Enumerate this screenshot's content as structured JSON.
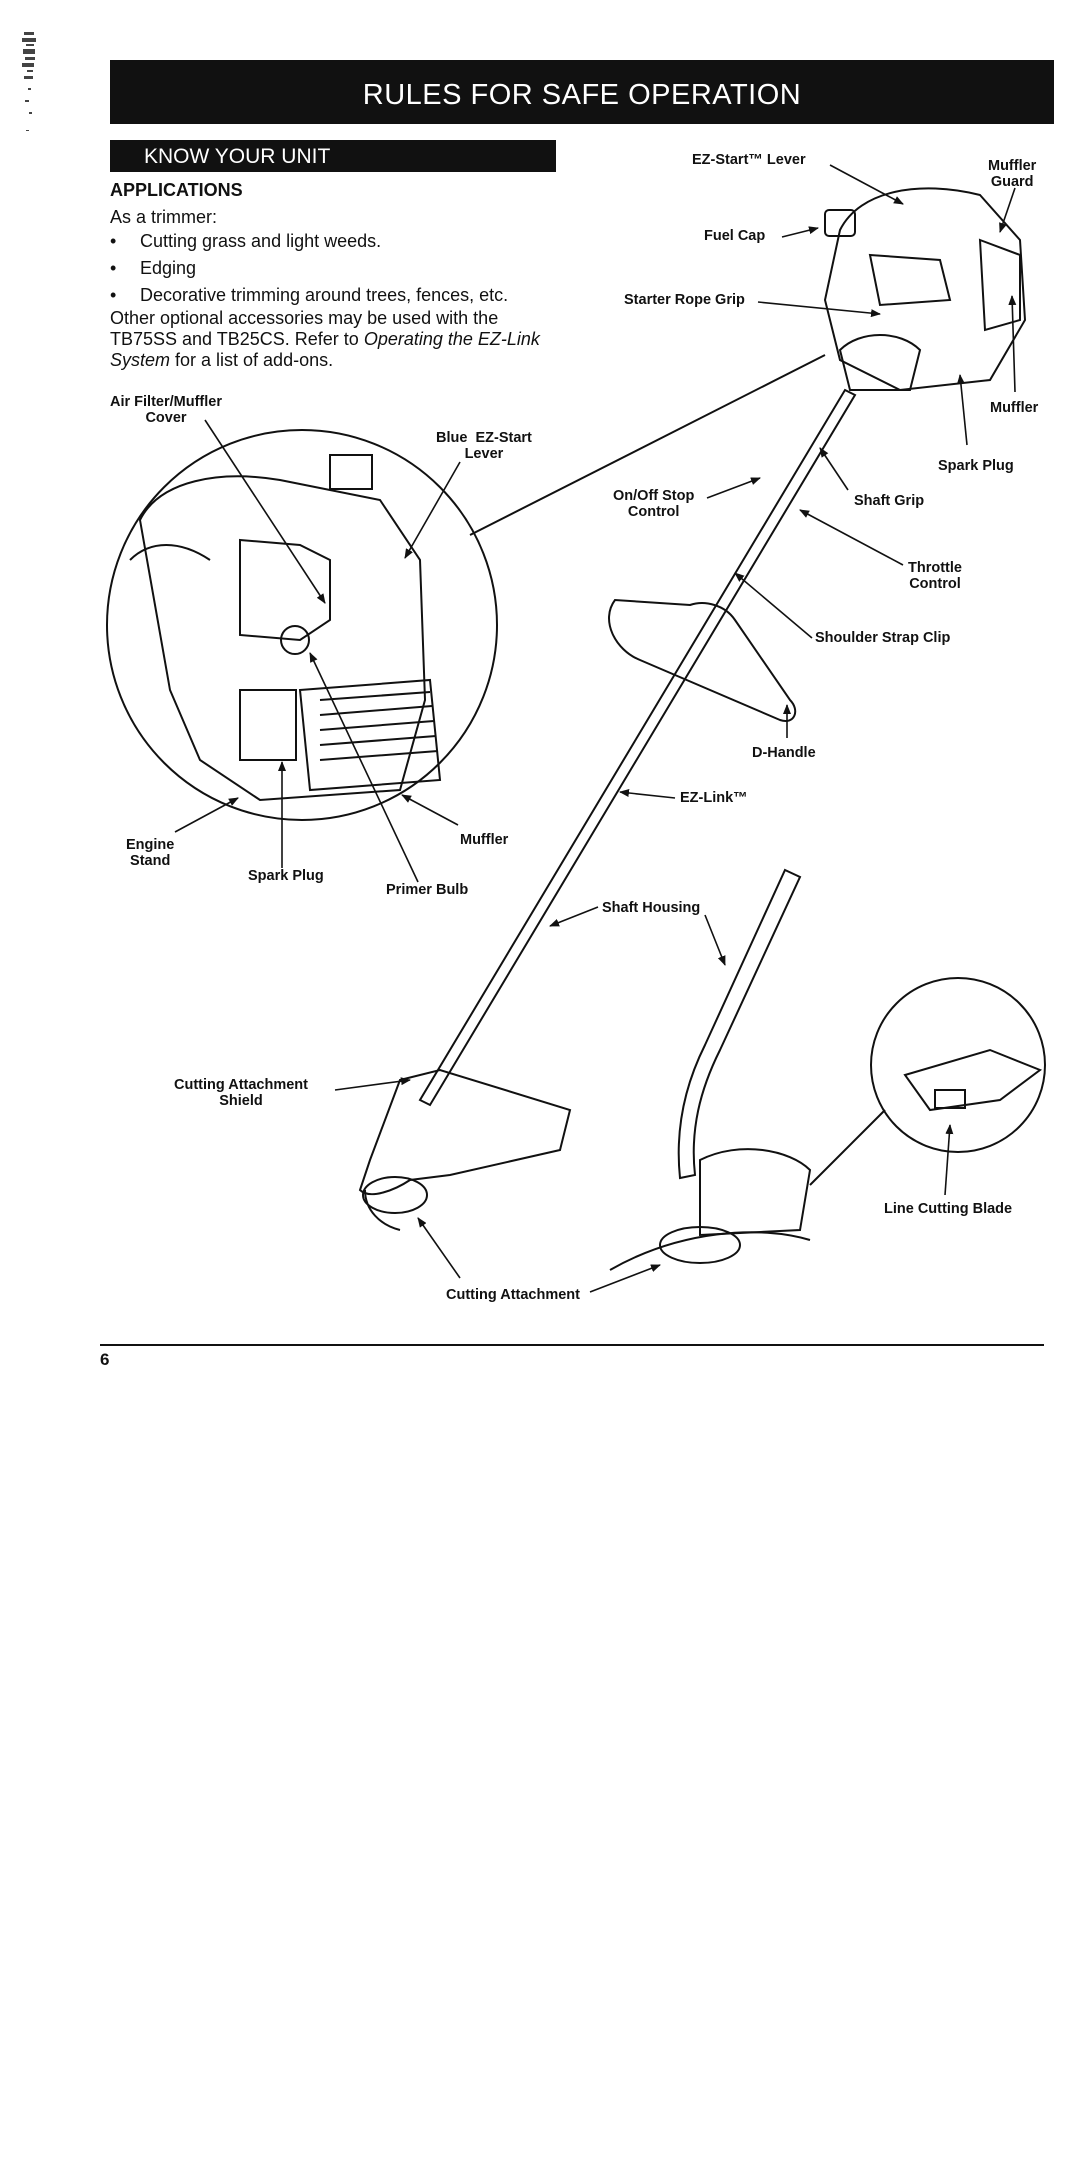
{
  "header": {
    "title": "RULES FOR SAFE OPERATION"
  },
  "section": {
    "title": "KNOW YOUR UNIT"
  },
  "applications": {
    "heading": "APPLICATIONS",
    "intro": "As a trimmer:",
    "bullets": [
      "Cutting grass and light weeds.",
      "Edging",
      "Decorative trimming around trees, fences, etc."
    ],
    "note_before": "Other optional accessories may be used with the TB75SS and TB25CS. Refer to ",
    "note_italic": "Operating the EZ-Link System",
    "note_after": " for a list of add-ons."
  },
  "labels": {
    "ez_start_lever": "EZ-Start™ Lever",
    "muffler_guard": "Muffler\nGuard",
    "fuel_cap": "Fuel Cap",
    "starter_rope_grip": "Starter Rope Grip",
    "muffler_top": "Muffler",
    "spark_plug_top": "Spark Plug",
    "shaft_grip": "Shaft Grip",
    "on_off_stop_control": "On/Off Stop\nControl",
    "throttle_control": "Throttle\nControl",
    "shoulder_strap_clip": "Shoulder Strap Clip",
    "d_handle": "D-Handle",
    "ez_link": "EZ-Link™",
    "air_filter_cover": "Air Filter/Muffler\nCover",
    "blue_ez_start_lever": "Blue  EZ-Start\nLever",
    "engine_stand": "Engine\nStand",
    "spark_plug_inset": "Spark Plug",
    "muffler_inset": "Muffler",
    "primer_bulb": "Primer Bulb",
    "shaft_housing": "Shaft Housing",
    "cutting_attachment_shield": "Cutting Attachment\nShield",
    "line_cutting_blade": "Line Cutting Blade",
    "cutting_attachment": "Cutting Attachment"
  },
  "footer": {
    "page_number": "6"
  }
}
